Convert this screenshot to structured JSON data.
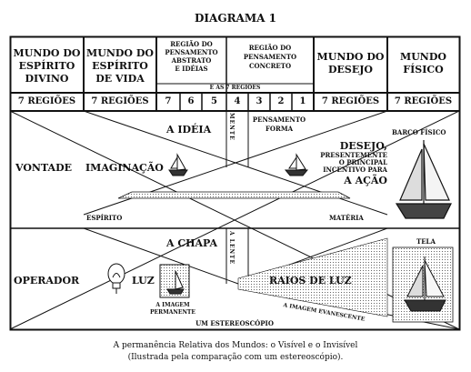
{
  "title": "DIAGRAMA 1",
  "worlds": [
    {
      "line1": "MUNDO DO",
      "line2": "ESPÍRITO",
      "line3": "DIVINO"
    },
    {
      "line1": "MUNDO DO",
      "line2": "ESPÍRITO",
      "line3": "DE VIDA"
    },
    {
      "line1": "REGIÃO DO",
      "line2": "PENSAMENTO",
      "line3": "ABSTRATO",
      "line4": "E IDÉIAS"
    },
    {
      "line1": "REGIÃO DO",
      "line2": "PENSAMENTO",
      "line3": "CONCRETO"
    },
    {
      "line1": "MUNDO DO",
      "line2": "DESEJO"
    },
    {
      "line1": "MUNDO",
      "line2": "FÍSICO"
    }
  ],
  "regions_label": "E AS 7 REGIÕES",
  "seven_regions": "7 REGIÕES",
  "region_numbers": [
    "7",
    "6",
    "5",
    "4",
    "3",
    "2",
    "1"
  ],
  "upper": {
    "vontade": "VONTADE",
    "imaginacao": "IMAGINAÇÃO",
    "a_ideia": "A IDÉIA",
    "mente": "MENTE",
    "pensamento_forma_1": "PENSAMENTO",
    "pensamento_forma_2": "FORMA",
    "desejo_1": "DESEJO,",
    "desejo_2": "PRESENTEMENTE",
    "desejo_3": "O PRINCIPAL",
    "desejo_4": "INCENTIVO PARA",
    "desejo_5": "A AÇÃO",
    "barco_fisico": "BARCO FÍSICO",
    "espirito": "ESPÍRITO",
    "materia": "MATÉRIA"
  },
  "lower": {
    "a_chapa": "A CHAPA",
    "a_lente": "A LENTE",
    "tela": "TELA",
    "operador": "OPERADOR",
    "luz": "LUZ",
    "raios": "RAIOS DE LUZ",
    "imagem_perm_1": "A IMAGEM",
    "imagem_perm_2": "PERMANENTE",
    "imagem_evanescente": "A IMAGEM EVANESCENTE",
    "estereoscopio": "UM ESTEREOSCÓPIO"
  },
  "caption_1": "A permanência Relativa dos Mundos: o Visível e o Invisível",
  "caption_2": "(Ilustrada pela comparação com um estereoscópio)."
}
